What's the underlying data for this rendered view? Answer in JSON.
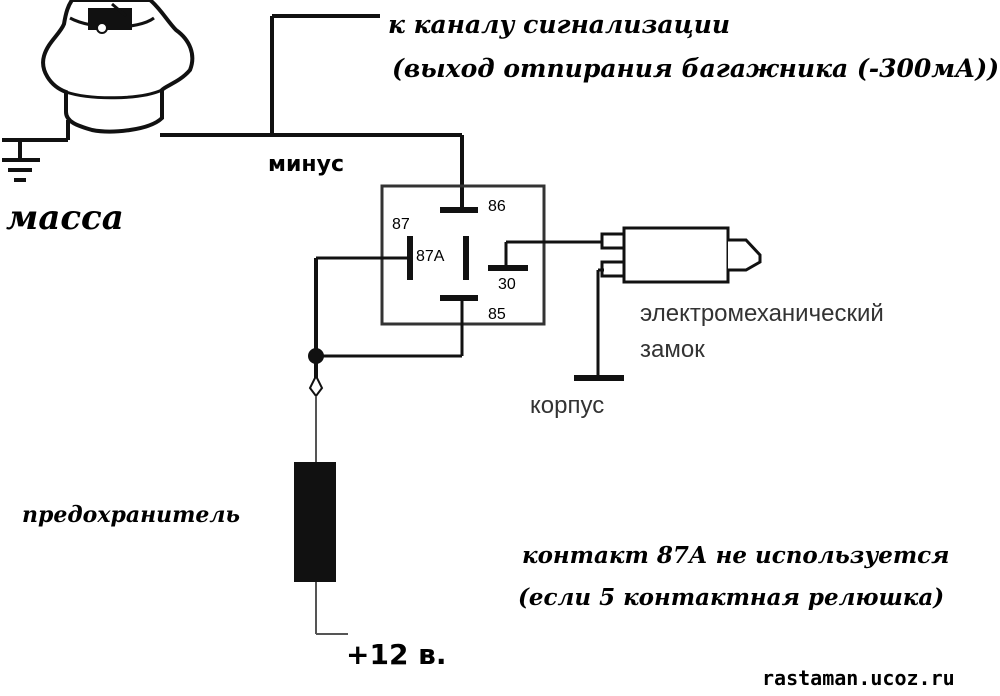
{
  "labels": {
    "alarm_channel": "к каналу сигнализации",
    "trunk_output": "(выход отпирания багажника (-300мА))",
    "minus": "минус",
    "ground": "масса",
    "pin_86": "86",
    "pin_87": "87",
    "pin_87a": "87A",
    "pin_30": "30",
    "pin_85": "85",
    "lock_line1": "электромеханический",
    "lock_line2": "замок",
    "body_ground": "корпус",
    "fuse": "предохранитель",
    "plus12": "+12 в.",
    "note_line1": "контакт 87А не используется",
    "note_line2": "(если 5 контактная релюшка)",
    "watermark": "rastaman.ucoz.ru"
  }
}
